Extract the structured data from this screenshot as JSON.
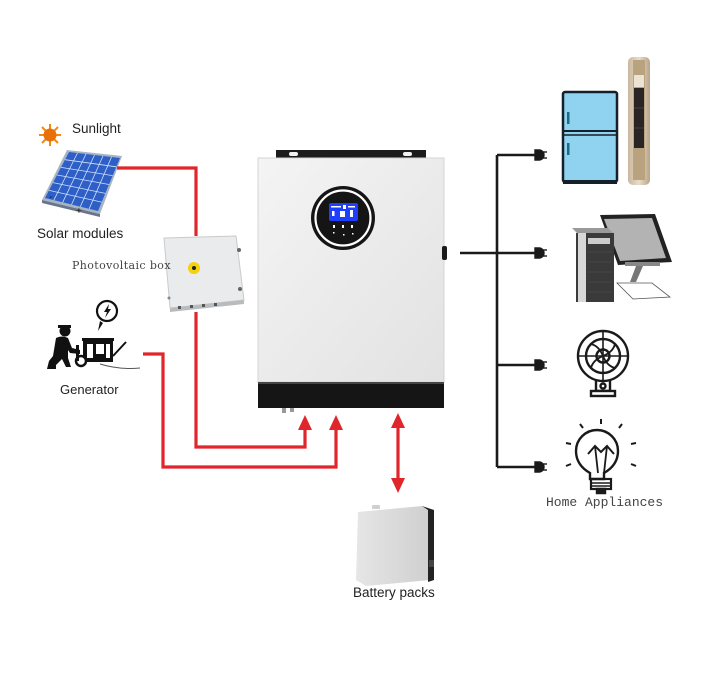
{
  "labels": {
    "sunlight": "Sunlight",
    "solar_modules": "Solar modules",
    "solar_minus": "-",
    "solar_plus": "+",
    "photovoltaic_box": "Photovoltaic box",
    "generator": "Generator",
    "battery_packs": "Battery packs",
    "home_appliances": "Home Appliances"
  },
  "components": {
    "sources": [
      "Solar modules",
      "Photovoltaic box",
      "Generator"
    ],
    "central": "Inverter",
    "storage": "Battery packs",
    "loads": [
      "Refrigerator",
      "Tower air conditioner",
      "Desktop computer",
      "Fan",
      "Light bulb"
    ]
  },
  "connections": [
    {
      "from": "Solar modules",
      "to": "Photovoltaic box",
      "style": "red-line"
    },
    {
      "from": "Photovoltaic box",
      "to": "Inverter",
      "style": "red-arrow"
    },
    {
      "from": "Generator",
      "to": "Inverter",
      "style": "red-arrow"
    },
    {
      "from": "Inverter",
      "to": "Battery packs",
      "style": "red-double-arrow"
    },
    {
      "from": "Inverter",
      "to": "Home Appliances",
      "style": "black-bus"
    }
  ],
  "colors": {
    "power_line": "#e0252b",
    "ac_bus": "#1a1a1a",
    "fridge": "#8fd3f0",
    "inverter_body": "#ececec",
    "inverter_band": "#151515",
    "display": "#1a3cff",
    "solar_cell": "#2e5fc7"
  }
}
